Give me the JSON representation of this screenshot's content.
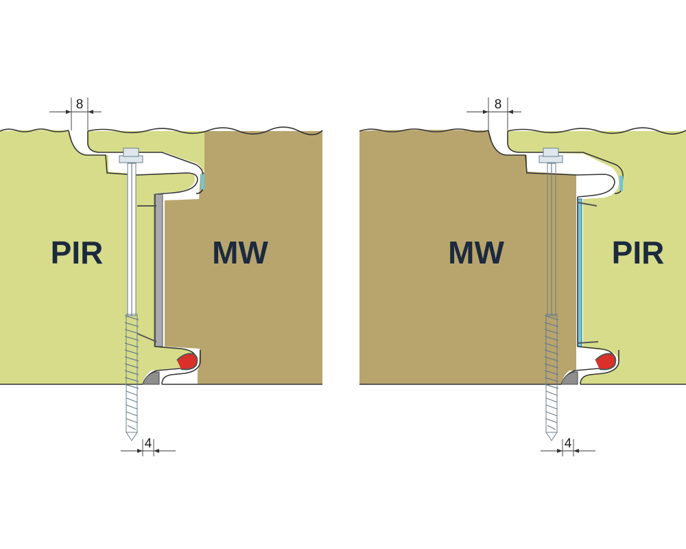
{
  "left_panel": {
    "core_left": "PIR",
    "core_right": "MW",
    "dim_top": "8",
    "dim_bottom": "4"
  },
  "right_panel": {
    "core_left": "MW",
    "core_right": "PIR",
    "dim_top": "8",
    "dim_bottom": "4"
  },
  "colors": {
    "pir": "#d6dc8a",
    "mw": "#b8a56e",
    "metal": "#9a9a9a",
    "seal_blue": "#6fc6d6",
    "seal_red": "#d9302a",
    "screw": "#b9cbd6"
  }
}
